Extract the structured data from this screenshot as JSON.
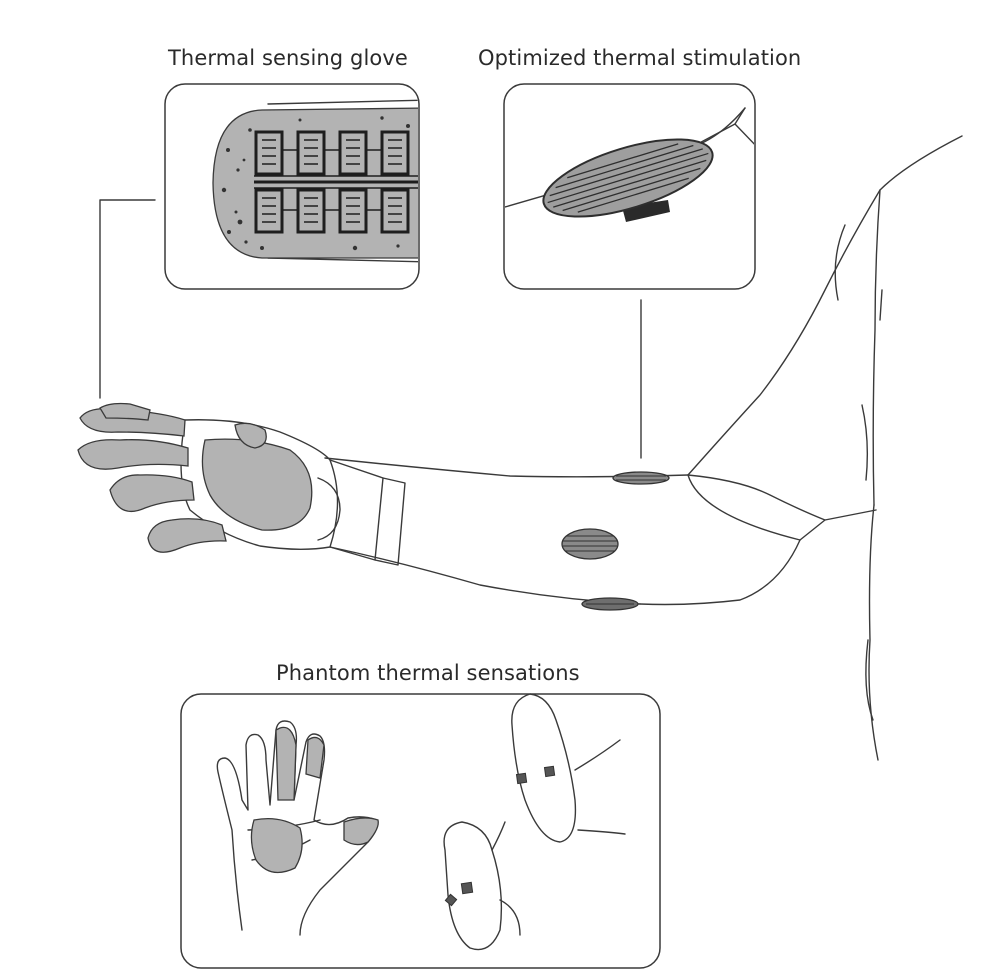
{
  "panels": {
    "glove_title": "Thermal sensing glove",
    "stimulation_title": "Optimized thermal stimulation",
    "phantom_title": "Phantom thermal sensations"
  },
  "colors": {
    "line": "#3a3a3a",
    "pad_fill": "#b3b3b3",
    "electrode_dark": "#555555",
    "background": "#ffffff"
  }
}
